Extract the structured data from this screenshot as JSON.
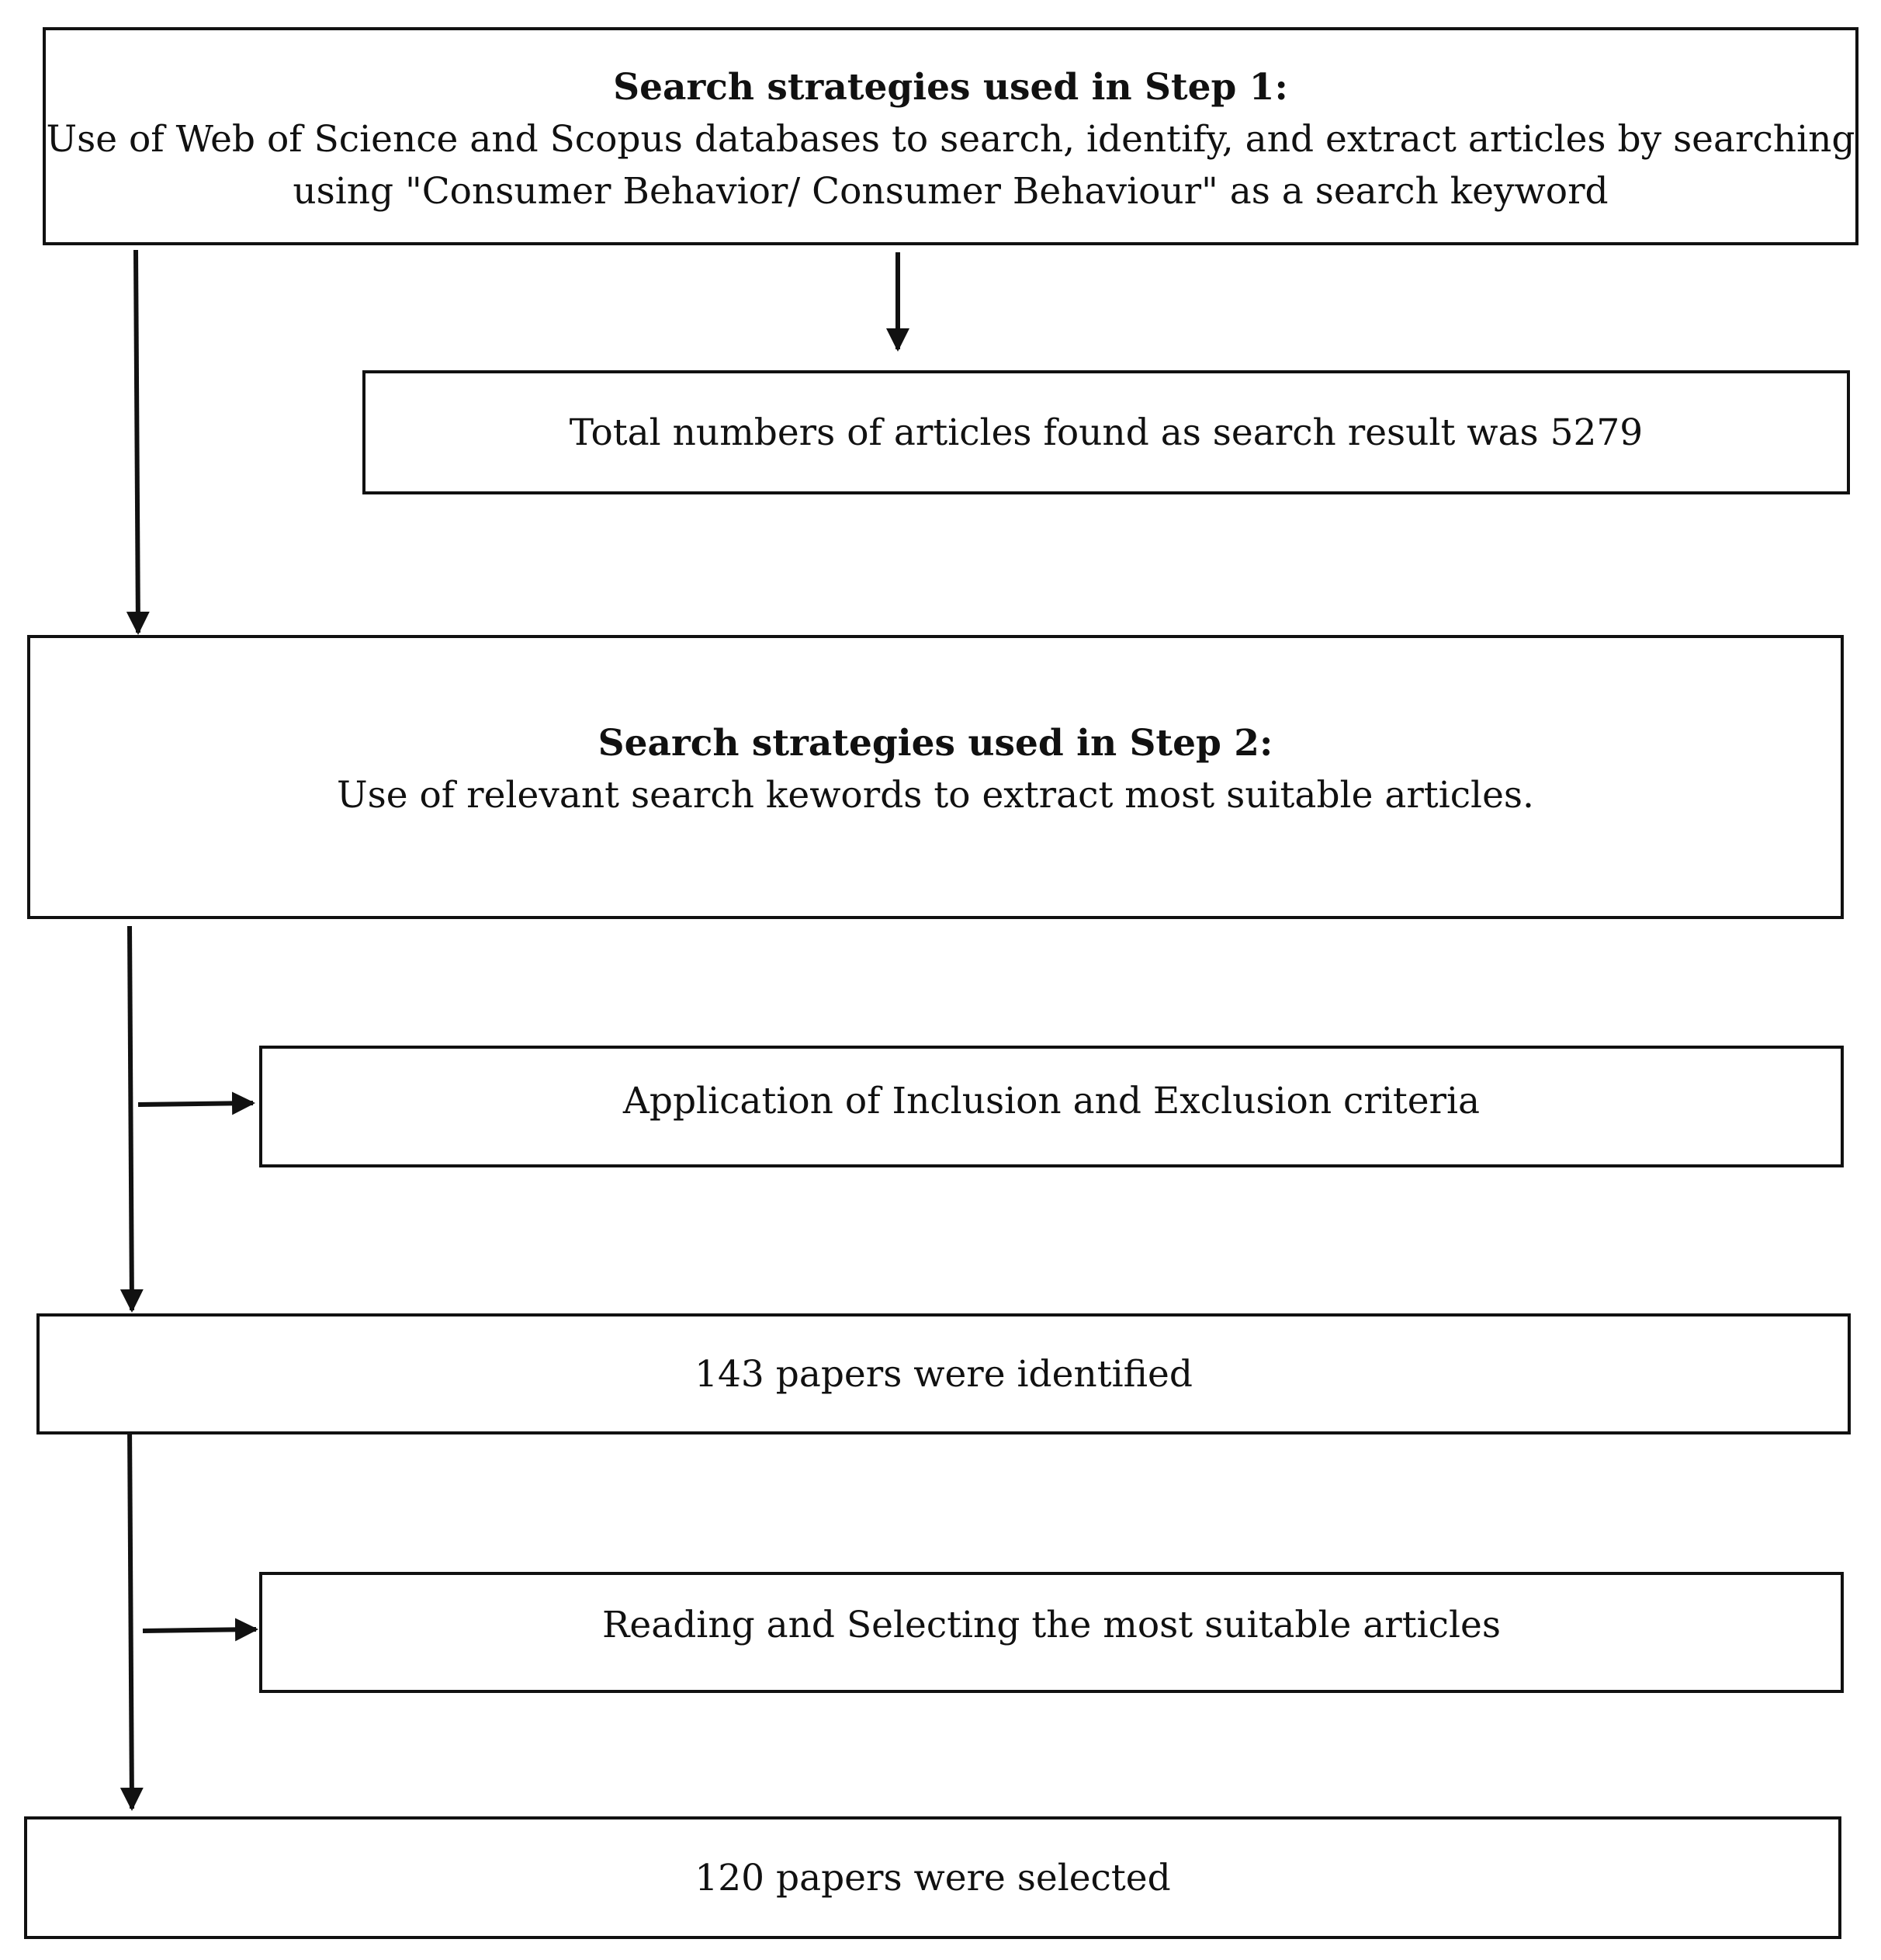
{
  "flow": {
    "step1": {
      "title": "Search strategies used in Step 1:",
      "line1": "Use of Web of Science and Scopus databases to search, identify, and extract articles by searching",
      "line2": "using \"Consumer Behavior/ Consumer Behaviour\" as a search keyword"
    },
    "total": "Total numbers of articles found as search result was 5279",
    "step2": {
      "title": "Search strategies used in Step 2:",
      "line1": "Use of relevant search kewords to extract most suitable articles."
    },
    "criteria": "Application of Inclusion and Exclusion criteria",
    "identified": "143 papers were identified",
    "reading": "Reading and Selecting the most suitable articles",
    "selected": "120 papers were selected"
  }
}
